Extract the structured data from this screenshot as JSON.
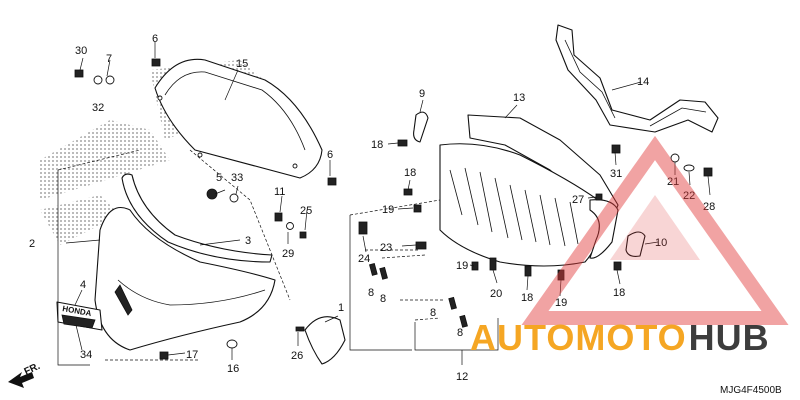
{
  "parts": [
    {
      "id": "p1",
      "label": "1"
    },
    {
      "id": "p2",
      "label": "2"
    },
    {
      "id": "p3",
      "label": "3"
    },
    {
      "id": "p4",
      "label": "4"
    },
    {
      "id": "p5",
      "label": "5"
    },
    {
      "id": "p6a",
      "label": "6"
    },
    {
      "id": "p6b",
      "label": "6"
    },
    {
      "id": "p7",
      "label": "7"
    },
    {
      "id": "p8a",
      "label": "8"
    },
    {
      "id": "p8b",
      "label": "8"
    },
    {
      "id": "p8c",
      "label": "8"
    },
    {
      "id": "p8d",
      "label": "8"
    },
    {
      "id": "p9",
      "label": "9"
    },
    {
      "id": "p10",
      "label": "10"
    },
    {
      "id": "p11",
      "label": "11"
    },
    {
      "id": "p12",
      "label": "12"
    },
    {
      "id": "p13",
      "label": "13"
    },
    {
      "id": "p14",
      "label": "14"
    },
    {
      "id": "p15",
      "label": "15"
    },
    {
      "id": "p16",
      "label": "16"
    },
    {
      "id": "p17",
      "label": "17"
    },
    {
      "id": "p18a",
      "label": "18"
    },
    {
      "id": "p18b",
      "label": "18"
    },
    {
      "id": "p18c",
      "label": "18"
    },
    {
      "id": "p18d",
      "label": "18"
    },
    {
      "id": "p19a",
      "label": "19"
    },
    {
      "id": "p19b",
      "label": "19"
    },
    {
      "id": "p19c",
      "label": "19"
    },
    {
      "id": "p20",
      "label": "20"
    },
    {
      "id": "p21",
      "label": "21"
    },
    {
      "id": "p22",
      "label": "22"
    },
    {
      "id": "p23",
      "label": "23"
    },
    {
      "id": "p24",
      "label": "24"
    },
    {
      "id": "p25",
      "label": "25"
    },
    {
      "id": "p26",
      "label": "26"
    },
    {
      "id": "p27",
      "label": "27"
    },
    {
      "id": "p28",
      "label": "28"
    },
    {
      "id": "p29",
      "label": "29"
    },
    {
      "id": "p30",
      "label": "30"
    },
    {
      "id": "p31",
      "label": "31"
    },
    {
      "id": "p32",
      "label": "32"
    },
    {
      "id": "p33",
      "label": "33"
    },
    {
      "id": "p34",
      "label": "34"
    }
  ],
  "direction_label": "FR.",
  "emblem_text": "HONDA",
  "watermark": {
    "brand_part1": "AUTOMOTO",
    "brand_part2": "HUB",
    "color_orange": "#f5a623",
    "color_dark": "#3d3d3d",
    "color_red": "#e03a3a"
  },
  "diagram_code": "MJG4F4500B"
}
